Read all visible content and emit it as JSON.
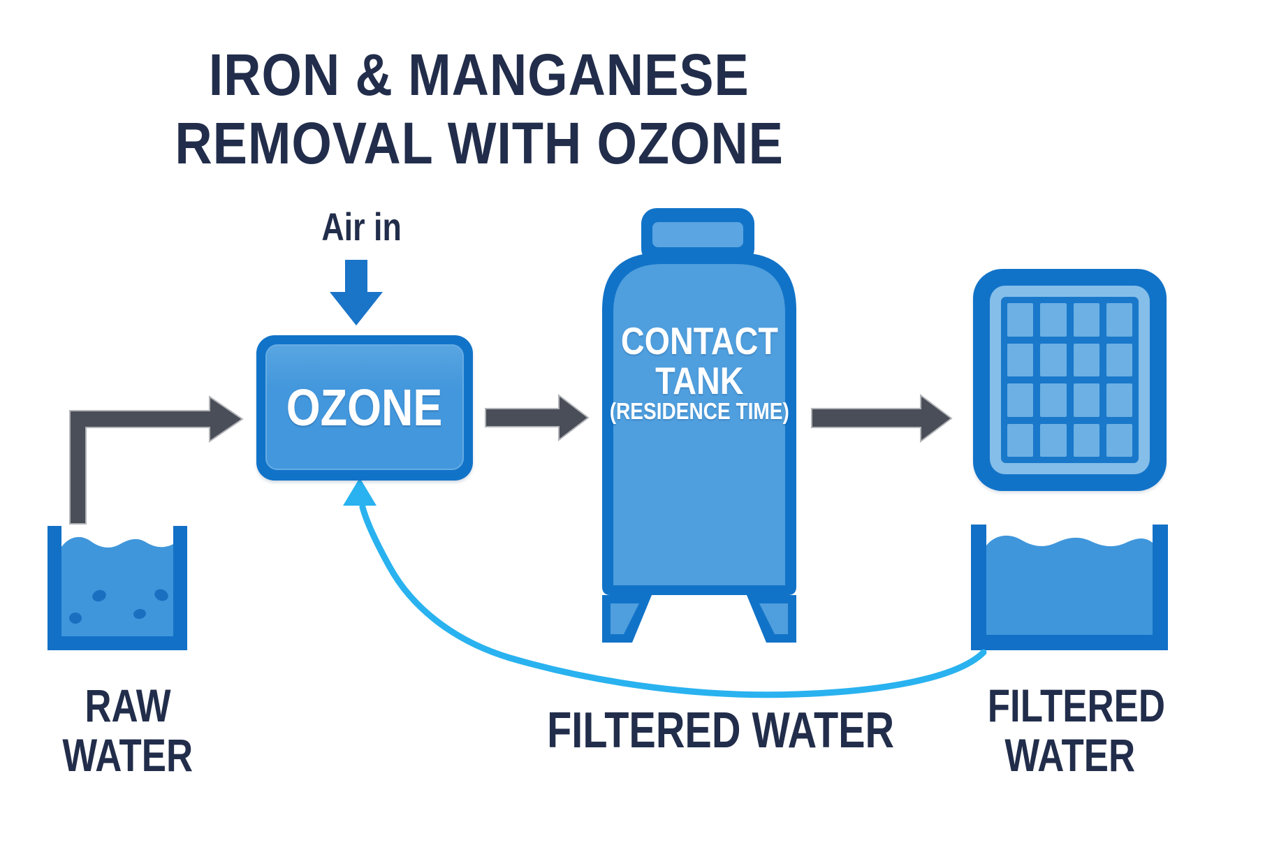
{
  "title": {
    "line1": "IRON & MANGANESE",
    "line2": "REMOVAL WITH OZONE"
  },
  "ozone": {
    "label": "OZONE",
    "air_in_label": "Air in"
  },
  "contact_tank": {
    "line1": "CONTACT",
    "line2": "TANK",
    "subtitle": "(RESIDENCE TIME)"
  },
  "raw_water": {
    "label_line1": "RAW",
    "label_line2": "WATER"
  },
  "filtered_water_center": {
    "label": "FILTERED WATER"
  },
  "filtered_water_right": {
    "label_line1": "FILTERED",
    "label_line2": "WATER"
  },
  "filter": {
    "rows": 4,
    "cols": 4
  },
  "icons": {
    "down_arrow": "air-feed-arrow",
    "right_arrows": "process-flow-arrows",
    "recycle_curve": "filtered-water-recycle-arrow",
    "particles": "raw-water-particle-dots"
  },
  "colors": {
    "background": "#ffffff",
    "navy_text": "#212d4a",
    "blue_border": "#1173c8",
    "ozone_fill": "#4397dc",
    "tank_fill": "#4f9edd",
    "tank_cap_inset": "#5aa5e2",
    "water": "#3f96db",
    "tank_frame": "#1270c6",
    "filter_ring": "#85bee9",
    "filter_panel": "#1978ca",
    "filter_cell": "#6cb0e4",
    "particle": "#1b6fc0",
    "arrow_gray": "#4a4e58",
    "arrow_outline": "#b2b4b8",
    "arrow_blue": "#1a74c8",
    "recycle_cyan": "#29b2ef"
  }
}
